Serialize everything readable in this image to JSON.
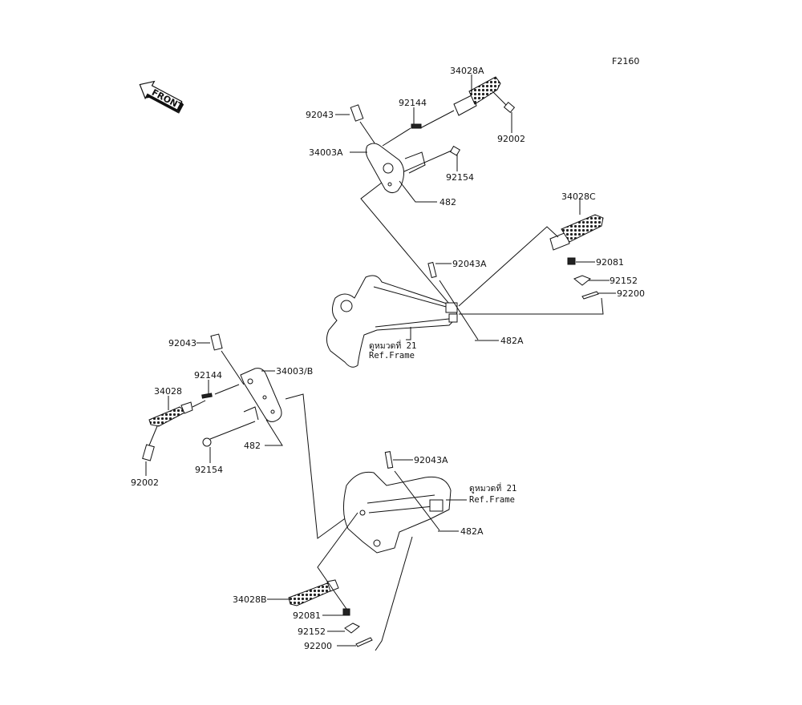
{
  "diagram": {
    "code": "F2160",
    "front_indicator": "FRONT",
    "labels": {
      "p34028A": "34028A",
      "p92043_top": "92043",
      "p92144_top": "92144",
      "p92002_top": "92002",
      "p34003A": "34003A",
      "p92154_top": "92154",
      "p482_top": "482",
      "p34028C": "34028C",
      "p92043A_mid": "92043A",
      "p92081_right": "92081",
      "p92152_right": "92152",
      "p92200_right": "92200",
      "p482A_mid": "482A",
      "ref_frame_mid_th": "ดูหมวดที่ 21",
      "ref_frame_mid_en": "Ref.Frame",
      "p92043_left": "92043",
      "p34003B": "34003/B",
      "p92144_left": "92144",
      "p34028": "34028",
      "p92002_left": "92002",
      "p92154_left": "92154",
      "p482_left": "482",
      "p92043A_low": "92043A",
      "ref_frame_low_th": "ดูหมวดที่ 21",
      "ref_frame_low_en": "Ref.Frame",
      "p482A_low": "482A",
      "p34028B": "34028B",
      "p92081_low": "92081",
      "p92152_low": "92152",
      "p92200_low": "92200"
    }
  }
}
